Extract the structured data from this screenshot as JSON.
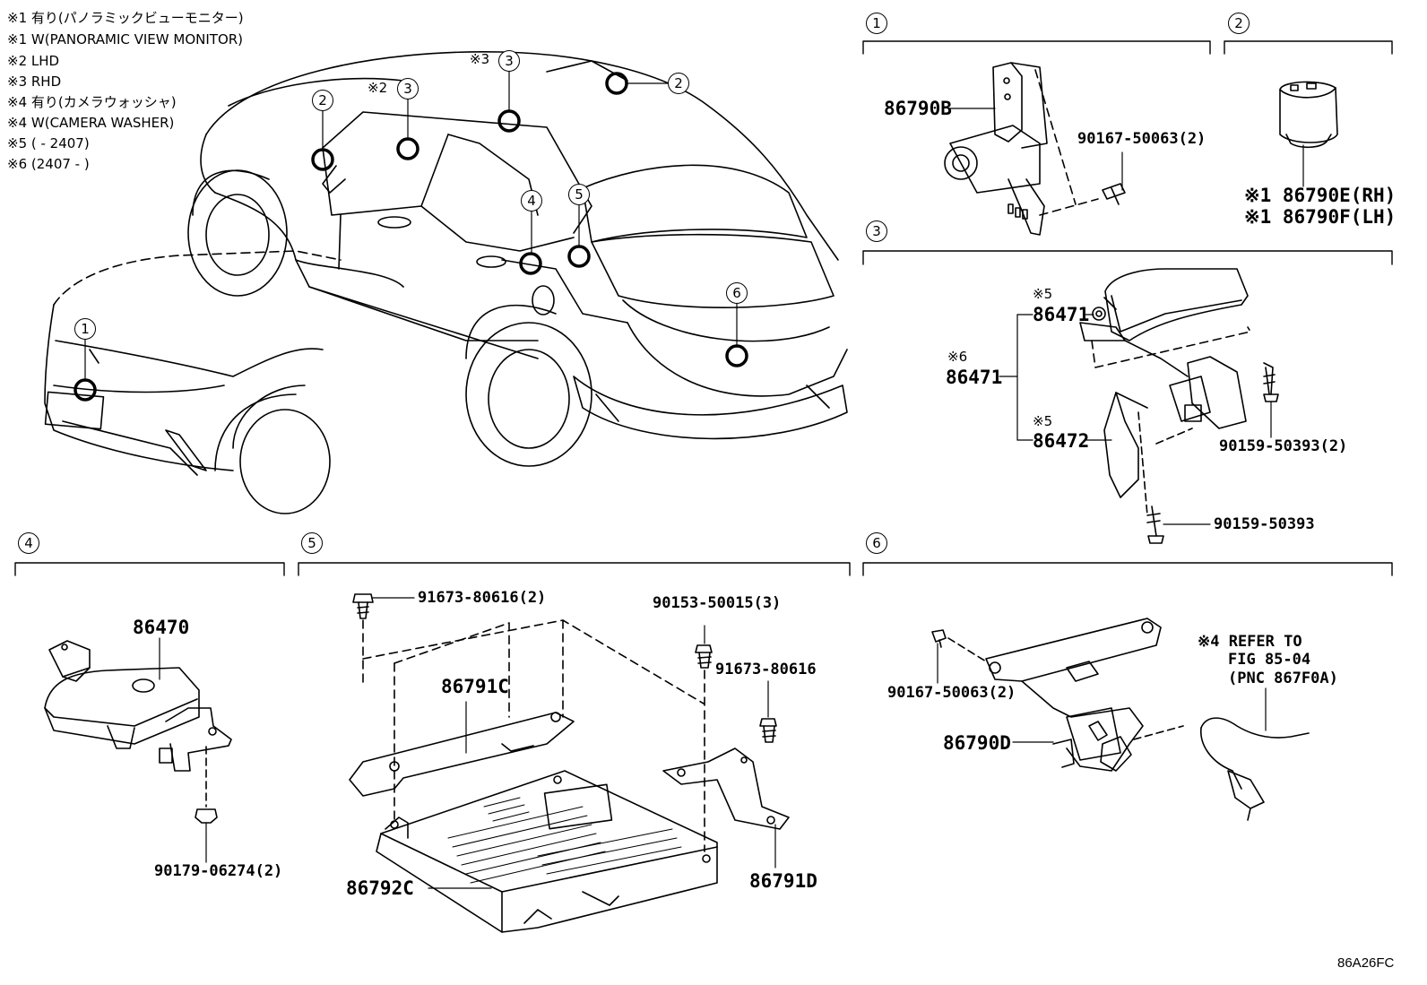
{
  "notes": [
    "※1 有り(パノラミックビューモニター)",
    "※1 W(PANORAMIC VIEW MONITOR)",
    "※2 LHD",
    "※3 RHD",
    "※4 有り(カメラウォッシャ)",
    "※4 W(CAMERA WASHER)",
    "※5 (      - 2407)",
    "※6 (2407 -      )"
  ],
  "callout_numbers": [
    "1",
    "2",
    "3",
    "4",
    "5",
    "6"
  ],
  "callout_prefix": {
    "c2": "※2",
    "c3": "※3"
  },
  "section_headers": {
    "s1": "1",
    "s2": "2",
    "s3": "3",
    "s4": "4",
    "s5": "5",
    "s6": "6"
  },
  "parts": {
    "p86790B": "86790B",
    "p90167_a": "90167-50063(2)",
    "p86790E": "※1 86790E(RH)",
    "p86790F": "※1 86790F(LH)",
    "p86471_n5": "※5",
    "p86471_a": "86471",
    "p86471_n6": "※6",
    "p86471_b": "86471",
    "p86472_n5": "※5",
    "p86472": "86472",
    "p90159_a": "90159-50393(2)",
    "p90159_b": "90159-50393",
    "p86470": "86470",
    "p90179": "90179-06274(2)",
    "p91673_a": "91673-80616(2)",
    "p90153": "90153-50015(3)",
    "p91673_b": "91673-80616",
    "p86791C": "86791C",
    "p86792C": "86792C",
    "p86791D": "86791D",
    "p90167_b": "90167-50063(2)",
    "p86790D": "86790D",
    "refer1": "※4 REFER TO",
    "refer2": "FIG 85-04",
    "refer3": "(PNC 867F0A)"
  },
  "figure_code": "86A26FC"
}
